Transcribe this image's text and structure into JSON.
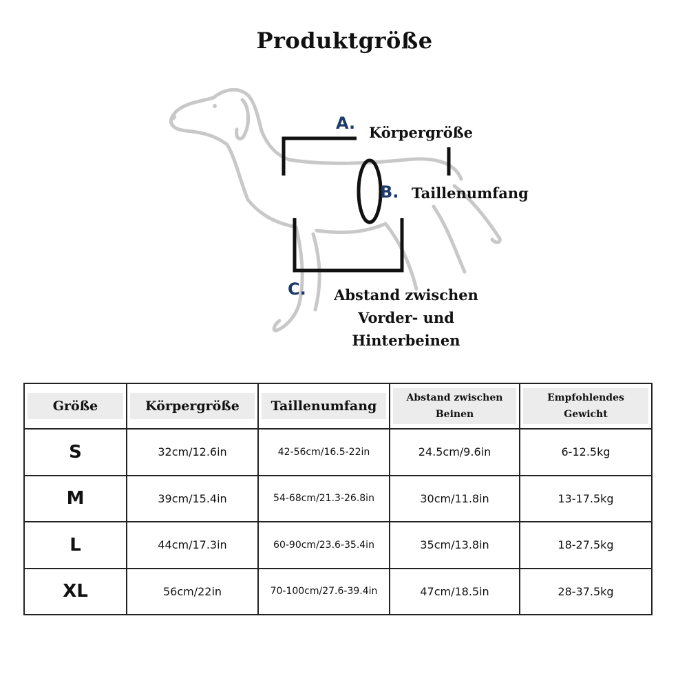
{
  "title": "Produktgröße",
  "diagram": {
    "marker_a": "A.",
    "label_a": "Körpergröße",
    "marker_b": "B.",
    "label_b": "Taillenumfang",
    "marker_c": "C.",
    "label_c_line1": "Abstand zwischen",
    "label_c_line2": "Vorder- und",
    "label_c_line3": "Hinterbeinen"
  },
  "table": {
    "headers": [
      "Größe",
      "Körpergröße",
      "Taillenumfang",
      "Abstand zwischen Beinen",
      "Empfohlendes Gewicht"
    ],
    "header_lines": {
      "h3_line1": "Abstand zwischen",
      "h3_line2": "Beinen",
      "h4_line1": "Empfohlendes",
      "h4_line2": "Gewicht"
    },
    "rows": [
      [
        "S",
        "32cm/12.6in",
        "42-56cm/16.5-22in",
        "24.5cm/9.6in",
        "6-12.5kg"
      ],
      [
        "M",
        "39cm/15.4in",
        "54-68cm/21.3-26.8in",
        "30cm/11.8in",
        "13-17.5kg"
      ],
      [
        "L",
        "44cm/17.3in",
        "60-90cm/23.6-35.4in",
        "35cm/13.8in",
        "18-27.5kg"
      ],
      [
        "XL",
        "56cm/22in",
        "70-100cm/27.6-39.4in",
        "47cm/18.5in",
        "28-37.5kg"
      ]
    ]
  },
  "colors": {
    "marker": "#1d3a6b",
    "dog_outline": "#c8c8c8",
    "header_bg": "#ececec"
  }
}
